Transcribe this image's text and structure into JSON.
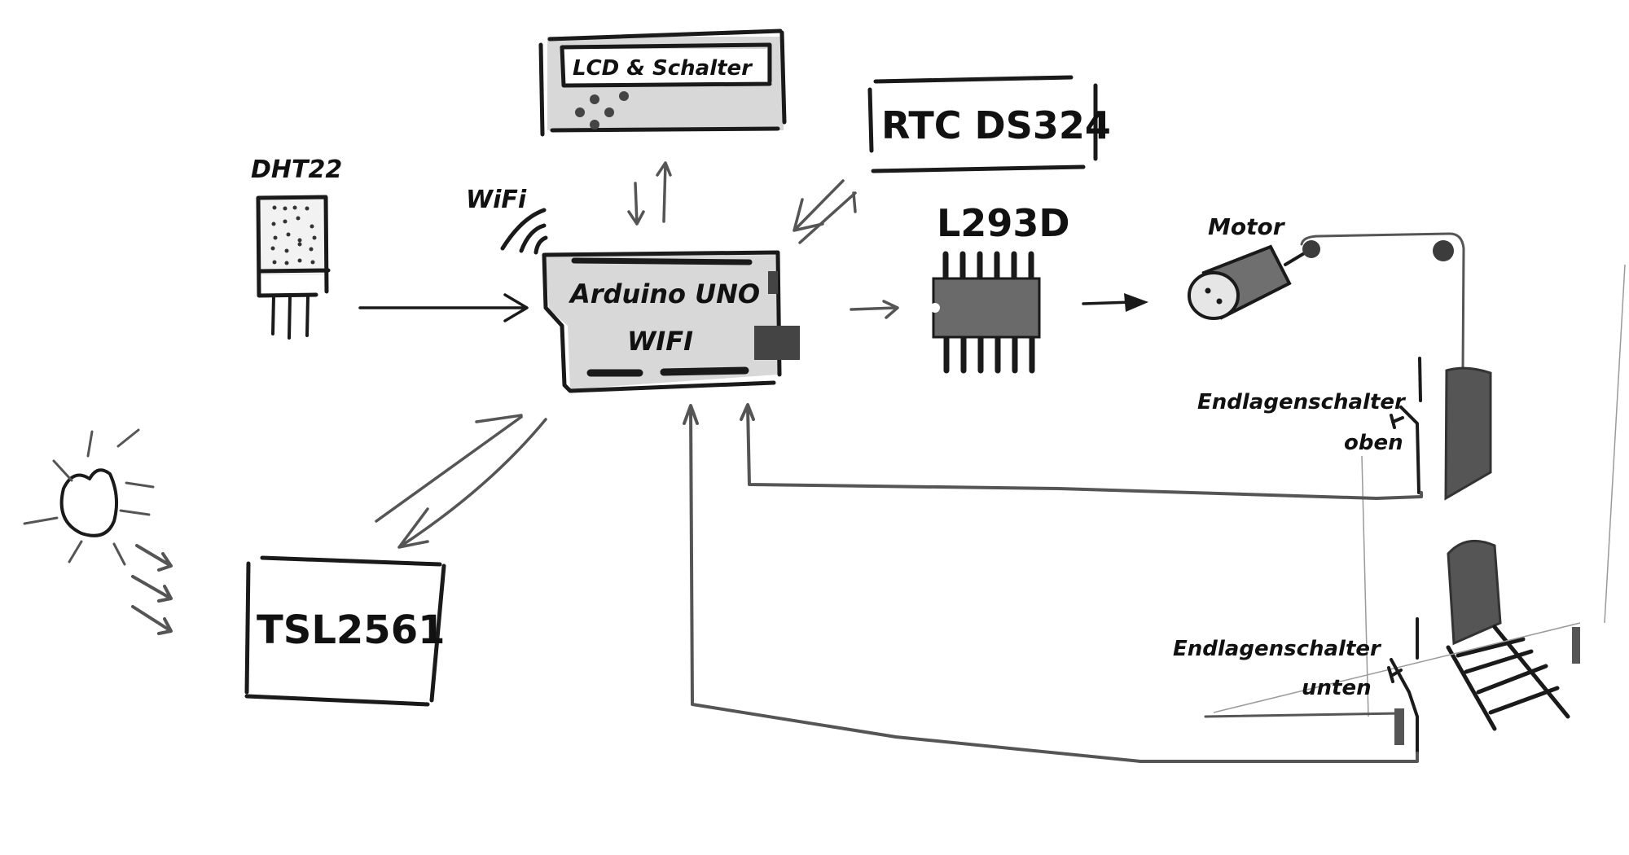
{
  "diagram": {
    "components": {
      "lcd": {
        "label": "LCD & Schalter"
      },
      "rtc": {
        "label": "RTC DS324"
      },
      "dht": {
        "label": "DHT22"
      },
      "wifi": {
        "label": "WiFi"
      },
      "arduino": {
        "label_line1": "Arduino UNO",
        "label_line2": "WIFI"
      },
      "driver": {
        "label": "L293D"
      },
      "motor": {
        "label": "Motor"
      },
      "light_sensor": {
        "label": "TSL2561"
      },
      "switch_top": {
        "label_line1": "Endlagenschalter",
        "label_line2": "oben"
      },
      "switch_bottom": {
        "label_line1": "Endlagenschalter",
        "label_line2": "unten"
      }
    },
    "connections": [
      {
        "from": "DHT22",
        "to": "Arduino UNO WIFI",
        "direction": "one-way"
      },
      {
        "from": "LCD & Schalter",
        "to": "Arduino UNO WIFI",
        "direction": "two-way"
      },
      {
        "from": "RTC DS324",
        "to": "Arduino UNO WIFI",
        "direction": "two-way"
      },
      {
        "from": "TSL2561",
        "to": "Arduino UNO WIFI",
        "direction": "two-way"
      },
      {
        "from": "Arduino UNO WIFI",
        "to": "L293D",
        "direction": "one-way"
      },
      {
        "from": "L293D",
        "to": "Motor",
        "direction": "one-way"
      },
      {
        "from": "Endlagenschalter oben",
        "to": "Arduino UNO WIFI",
        "direction": "one-way"
      },
      {
        "from": "Endlagenschalter unten",
        "to": "Arduino UNO WIFI",
        "direction": "one-way"
      }
    ]
  }
}
